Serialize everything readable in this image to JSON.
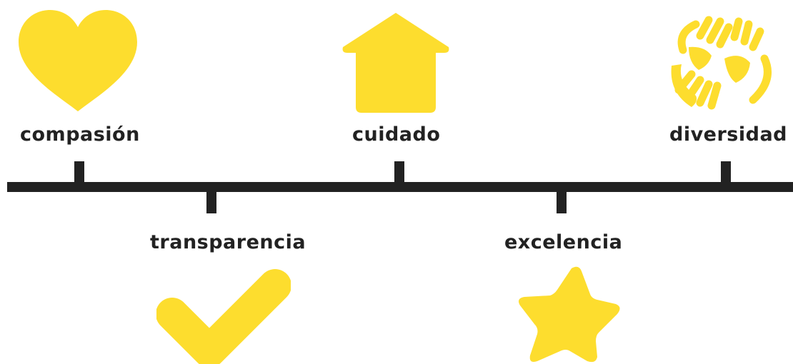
{
  "colors": {
    "accent": "#FDDD2E",
    "line": "#222222",
    "background": "#FFFFFF"
  },
  "timeline": {
    "items": [
      {
        "label": "compasión",
        "icon": "heart-icon",
        "side": "above"
      },
      {
        "label": "transparencia",
        "icon": "checkmark-icon",
        "side": "below"
      },
      {
        "label": "cuidado",
        "icon": "house-icon",
        "side": "above"
      },
      {
        "label": "excelencia",
        "icon": "star-icon",
        "side": "below"
      },
      {
        "label": "diversidad",
        "icon": "hands-icon",
        "side": "above"
      }
    ]
  }
}
